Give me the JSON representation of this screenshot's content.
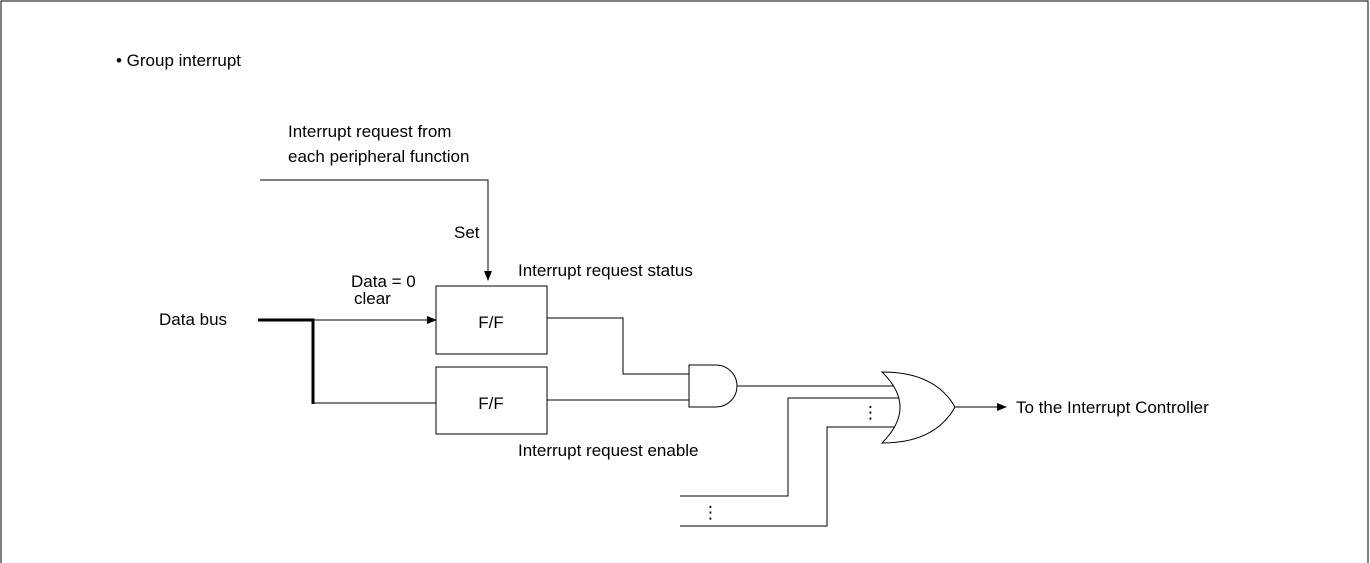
{
  "title": "• Group interrupt",
  "labels": {
    "irq_source_line1": "Interrupt request from",
    "irq_source_line2": "each peripheral function",
    "set": "Set",
    "data_eq_0": "Data = 0",
    "clear": "clear",
    "status": "Interrupt request status",
    "enable": "Interrupt request enable",
    "data_bus": "Data bus",
    "ff": "F/F",
    "output": "To the Interrupt Controller",
    "ellipsis": "⋮"
  }
}
